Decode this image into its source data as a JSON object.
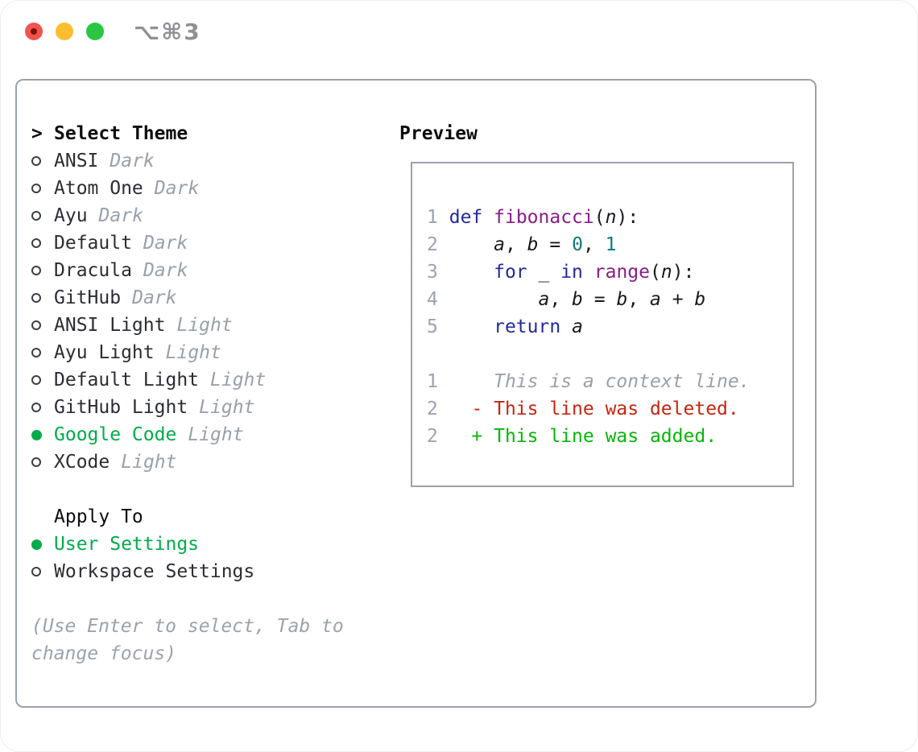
{
  "window": {
    "title": "⌥⌘3",
    "traffic_lights": [
      "close",
      "minimize",
      "zoom"
    ]
  },
  "left": {
    "header": {
      "cursor": ">",
      "label": "Select Theme"
    },
    "themes": [
      {
        "name": "ANSI",
        "variant": "Dark",
        "selected": false
      },
      {
        "name": "Atom One",
        "variant": "Dark",
        "selected": false
      },
      {
        "name": "Ayu",
        "variant": "Dark",
        "selected": false
      },
      {
        "name": "Default",
        "variant": "Dark",
        "selected": false
      },
      {
        "name": "Dracula",
        "variant": "Dark",
        "selected": false
      },
      {
        "name": "GitHub",
        "variant": "Dark",
        "selected": false
      },
      {
        "name": "ANSI Light",
        "variant": "Light",
        "selected": false
      },
      {
        "name": "Ayu Light",
        "variant": "Light",
        "selected": false
      },
      {
        "name": "Default Light",
        "variant": "Light",
        "selected": false
      },
      {
        "name": "GitHub Light",
        "variant": "Light",
        "selected": false
      },
      {
        "name": "Google Code",
        "variant": "Light",
        "selected": true
      },
      {
        "name": "XCode",
        "variant": "Light",
        "selected": false
      }
    ],
    "apply_to": {
      "label": "Apply To",
      "options": [
        {
          "name": "User Settings",
          "selected": true
        },
        {
          "name": "Workspace Settings",
          "selected": false
        }
      ]
    },
    "help": "(Use Enter to select, Tab to change focus)"
  },
  "preview": {
    "label": "Preview",
    "code_lines": [
      [
        [
          "ln",
          "1"
        ],
        [
          "pl",
          " "
        ],
        [
          "kw",
          "def"
        ],
        [
          "pl",
          " "
        ],
        [
          "fn",
          "fibonacci"
        ],
        [
          "pl",
          "("
        ],
        [
          "var",
          "n"
        ],
        [
          "pl",
          "):"
        ]
      ],
      [
        [
          "ln",
          "2"
        ],
        [
          "pl",
          "     "
        ],
        [
          "var",
          "a"
        ],
        [
          "pl",
          ", "
        ],
        [
          "var",
          "b"
        ],
        [
          "pl",
          " = "
        ],
        [
          "lit",
          "0"
        ],
        [
          "pl",
          ", "
        ],
        [
          "lit",
          "1"
        ]
      ],
      [
        [
          "ln",
          "3"
        ],
        [
          "pl",
          "     "
        ],
        [
          "kw",
          "for"
        ],
        [
          "pl",
          " _ "
        ],
        [
          "kw",
          "in"
        ],
        [
          "pl",
          " "
        ],
        [
          "fn",
          "range"
        ],
        [
          "pl",
          "("
        ],
        [
          "var",
          "n"
        ],
        [
          "pl",
          "):"
        ]
      ],
      [
        [
          "ln",
          "4"
        ],
        [
          "pl",
          "         "
        ],
        [
          "var",
          "a"
        ],
        [
          "pl",
          ", "
        ],
        [
          "var",
          "b"
        ],
        [
          "pl",
          " = "
        ],
        [
          "var",
          "b"
        ],
        [
          "pl",
          ", "
        ],
        [
          "var",
          "a"
        ],
        [
          "pl",
          " + "
        ],
        [
          "var",
          "b"
        ]
      ],
      [
        [
          "ln",
          "5"
        ],
        [
          "pl",
          "     "
        ],
        [
          "kw",
          "return"
        ],
        [
          "pl",
          " "
        ],
        [
          "var",
          "a"
        ]
      ]
    ],
    "diff_lines": [
      [
        [
          "ln",
          "1"
        ],
        [
          "pl",
          "     "
        ],
        [
          "ctx",
          "This is a context line."
        ]
      ],
      [
        [
          "ln",
          "2"
        ],
        [
          "pl",
          "   "
        ],
        [
          "del",
          "- This line was deleted."
        ]
      ],
      [
        [
          "ln",
          "2"
        ],
        [
          "pl",
          "   "
        ],
        [
          "add",
          "+ This line was added."
        ]
      ]
    ]
  },
  "colors": {
    "panel_border": "#9aa2ac",
    "text_primary": "#17191d",
    "text_dim": "#98a1ab",
    "selection_green": "#00ab4b",
    "diff_added_green": "#09b409",
    "diff_deleted_red": "#c62511",
    "syntax_keyword": "#232a9e",
    "syntax_function": "#871e87",
    "syntax_literal": "#0d7a78",
    "traffic_red": "#f2544d",
    "traffic_yellow": "#fcbd2e",
    "traffic_green": "#2bc743"
  }
}
